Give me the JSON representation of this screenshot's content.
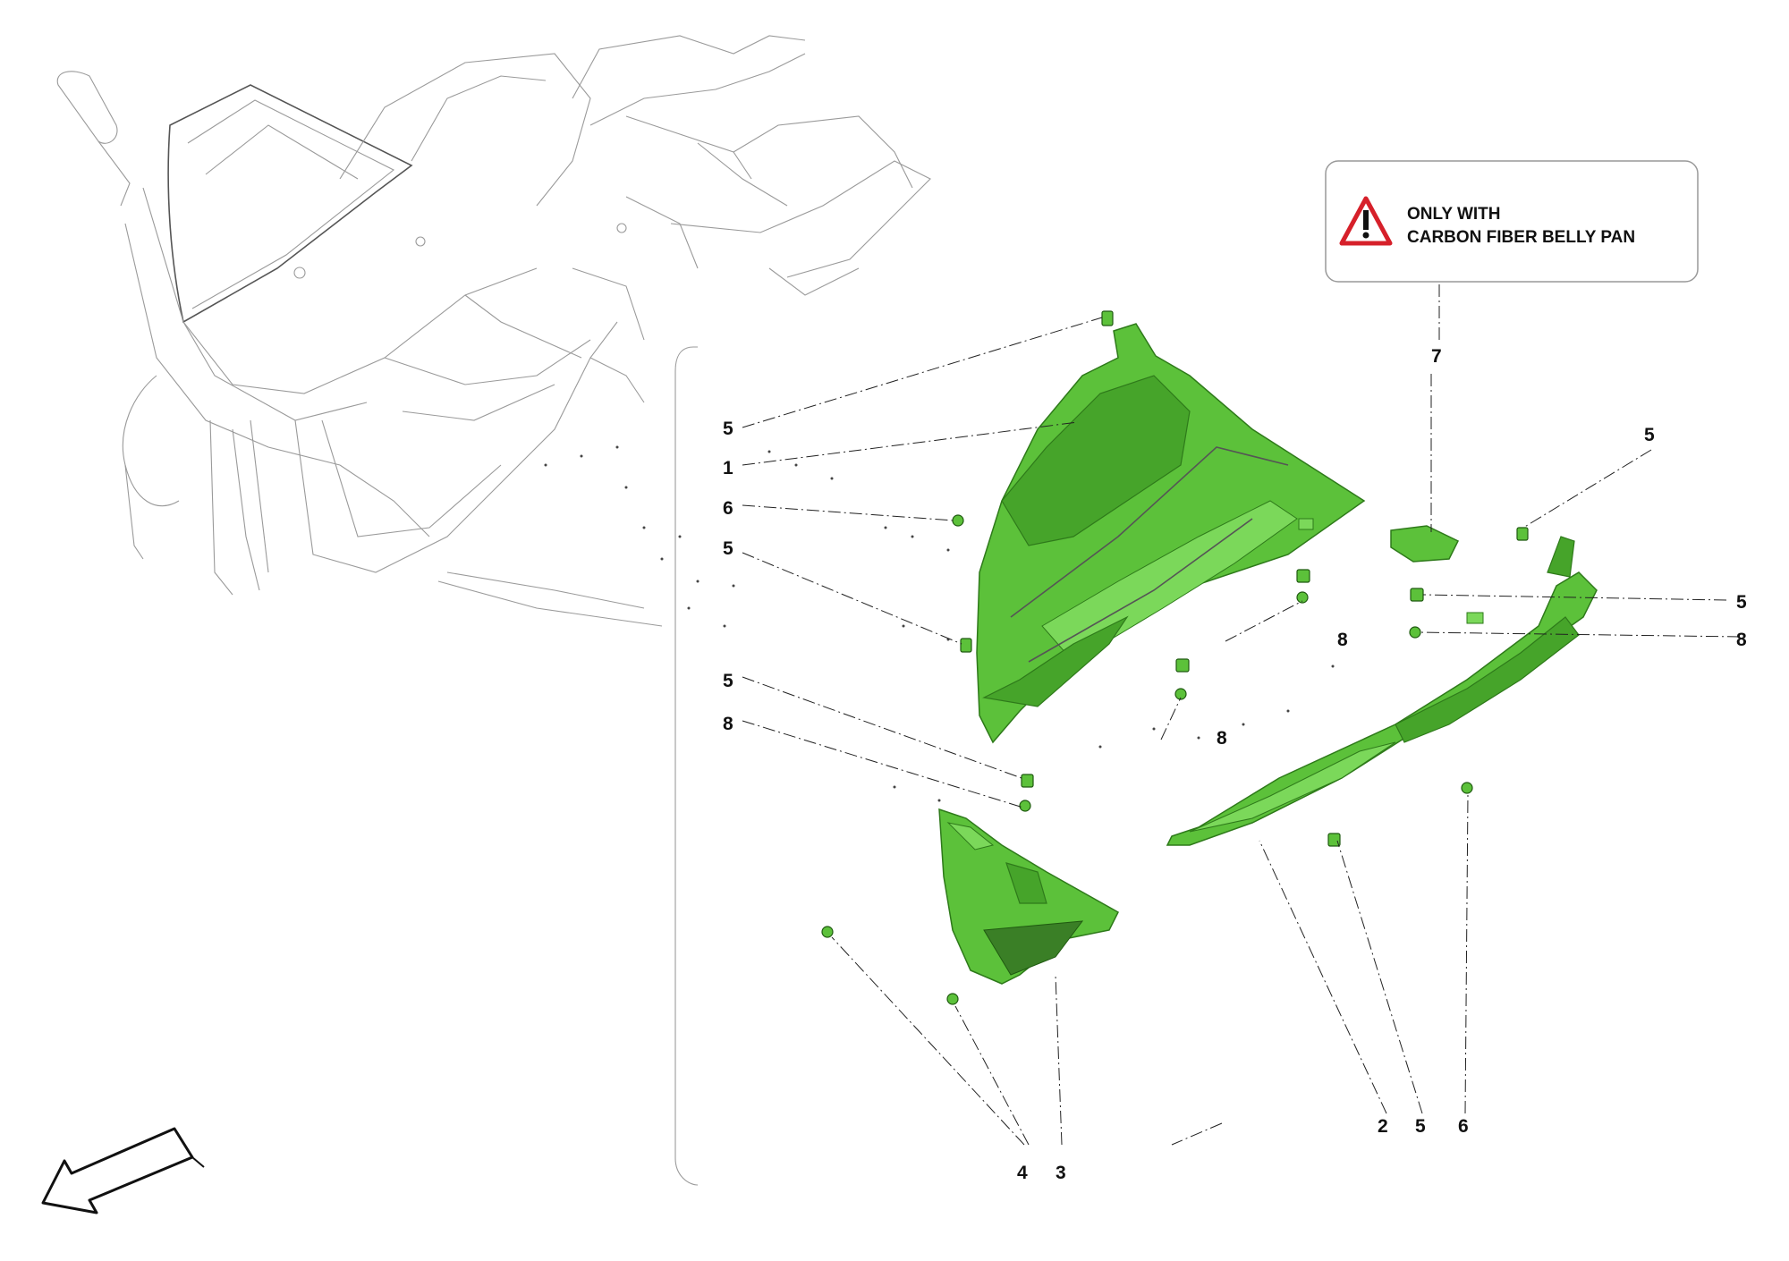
{
  "note": {
    "line1": "ONLY WITH",
    "line2": "CARBON FIBER BELLY PAN",
    "icon": "warning-triangle-icon",
    "icon_color": "#d6202a"
  },
  "callouts": {
    "c1": "1",
    "c2": "2",
    "c3": "3",
    "c4": "4",
    "c5_top": "5",
    "c5_left": "5",
    "c5_mid": "5",
    "c5_right_top": "5",
    "c5_right": "5",
    "c5_bottom": "5",
    "c6_left": "6",
    "c6_bottom": "6",
    "c7": "7",
    "c8_left": "8",
    "c8_mid_a": "8",
    "c8_mid_b": "8",
    "c8_right": "8"
  },
  "colors": {
    "highlight": "#5cc13a",
    "outline": "#9a9a9a"
  },
  "direction_arrow": "front-direction-arrow-icon"
}
